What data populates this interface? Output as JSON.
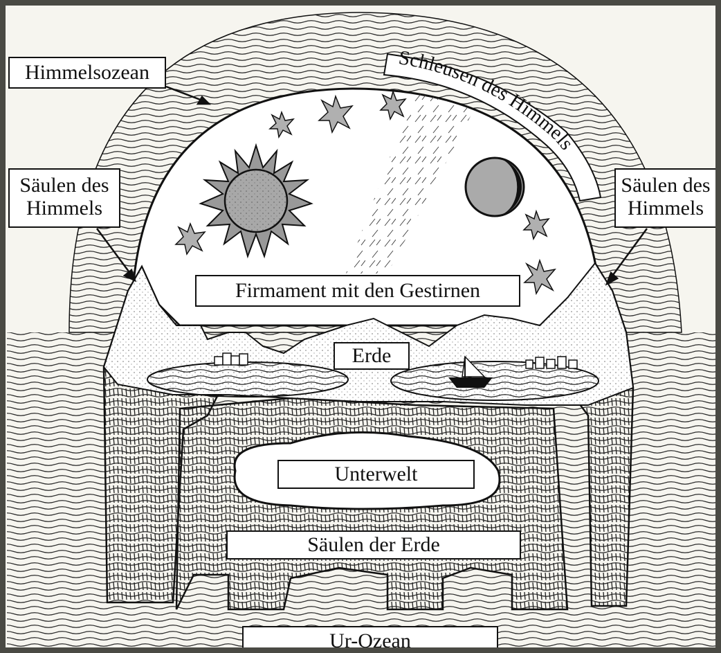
{
  "labels": {
    "sky_ocean": "Himmelsozean",
    "heaven_sluices": "Schleusen des Himmels",
    "pillars_heaven_left_line1": "Säulen des",
    "pillars_heaven_left_line2": "Himmels",
    "pillars_heaven_right_line1": "Säulen des",
    "pillars_heaven_right_line2": "Himmels",
    "firmament": "Firmament mit den Gestirnen",
    "earth": "Erde",
    "underworld": "Unterwelt",
    "pillars_earth": "Säulen der Erde",
    "primal_ocean": "Ur-Ozean"
  }
}
